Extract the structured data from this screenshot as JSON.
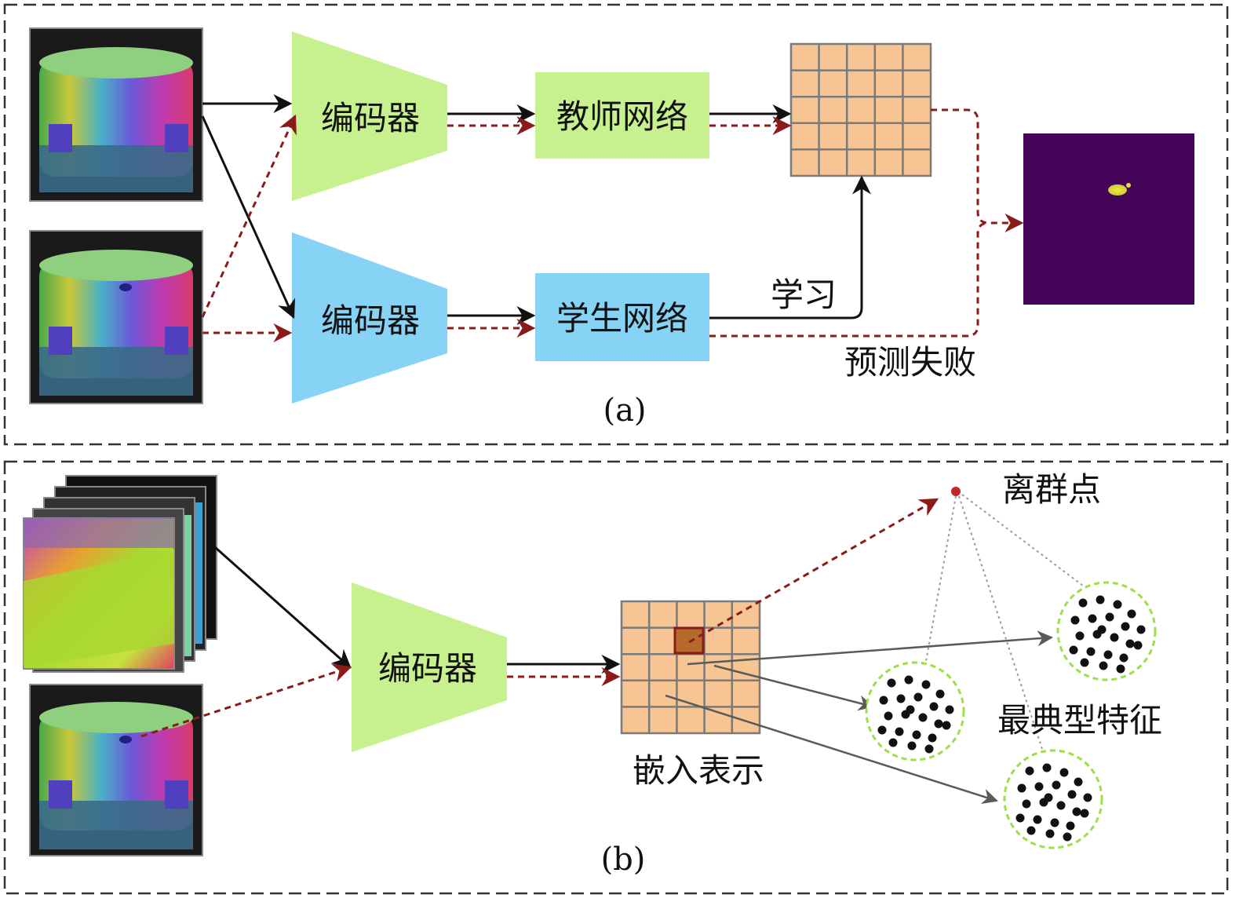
{
  "panel_a": {
    "caption": "(a)",
    "encoder_top_label": "编码器",
    "encoder_bottom_label": "编码器",
    "teacher_label": "教师网络",
    "student_label": "学生网络",
    "learn_label": "学习",
    "predict_fail_label": "预测失败"
  },
  "panel_b": {
    "caption": "(b)",
    "encoder_label": "编码器",
    "embedding_label": "嵌入表示",
    "outlier_label": "离群点",
    "typical_label": "最典型特征"
  },
  "colors": {
    "encoder_green": "#c7f08f",
    "encoder_blue": "#86d3f5",
    "grid_fill": "#f6c593",
    "grid_line": "#7a7a7a",
    "highlight_cell": "#b46a2a",
    "dashed_arrow": "#8b1a1a",
    "solid_arrow": "#111111",
    "gray_arrow": "#5a5a5a",
    "anomaly_map_bg": "#43045a",
    "anomaly_spot": "#f2e12a",
    "cluster_ring": "#9be04a"
  }
}
